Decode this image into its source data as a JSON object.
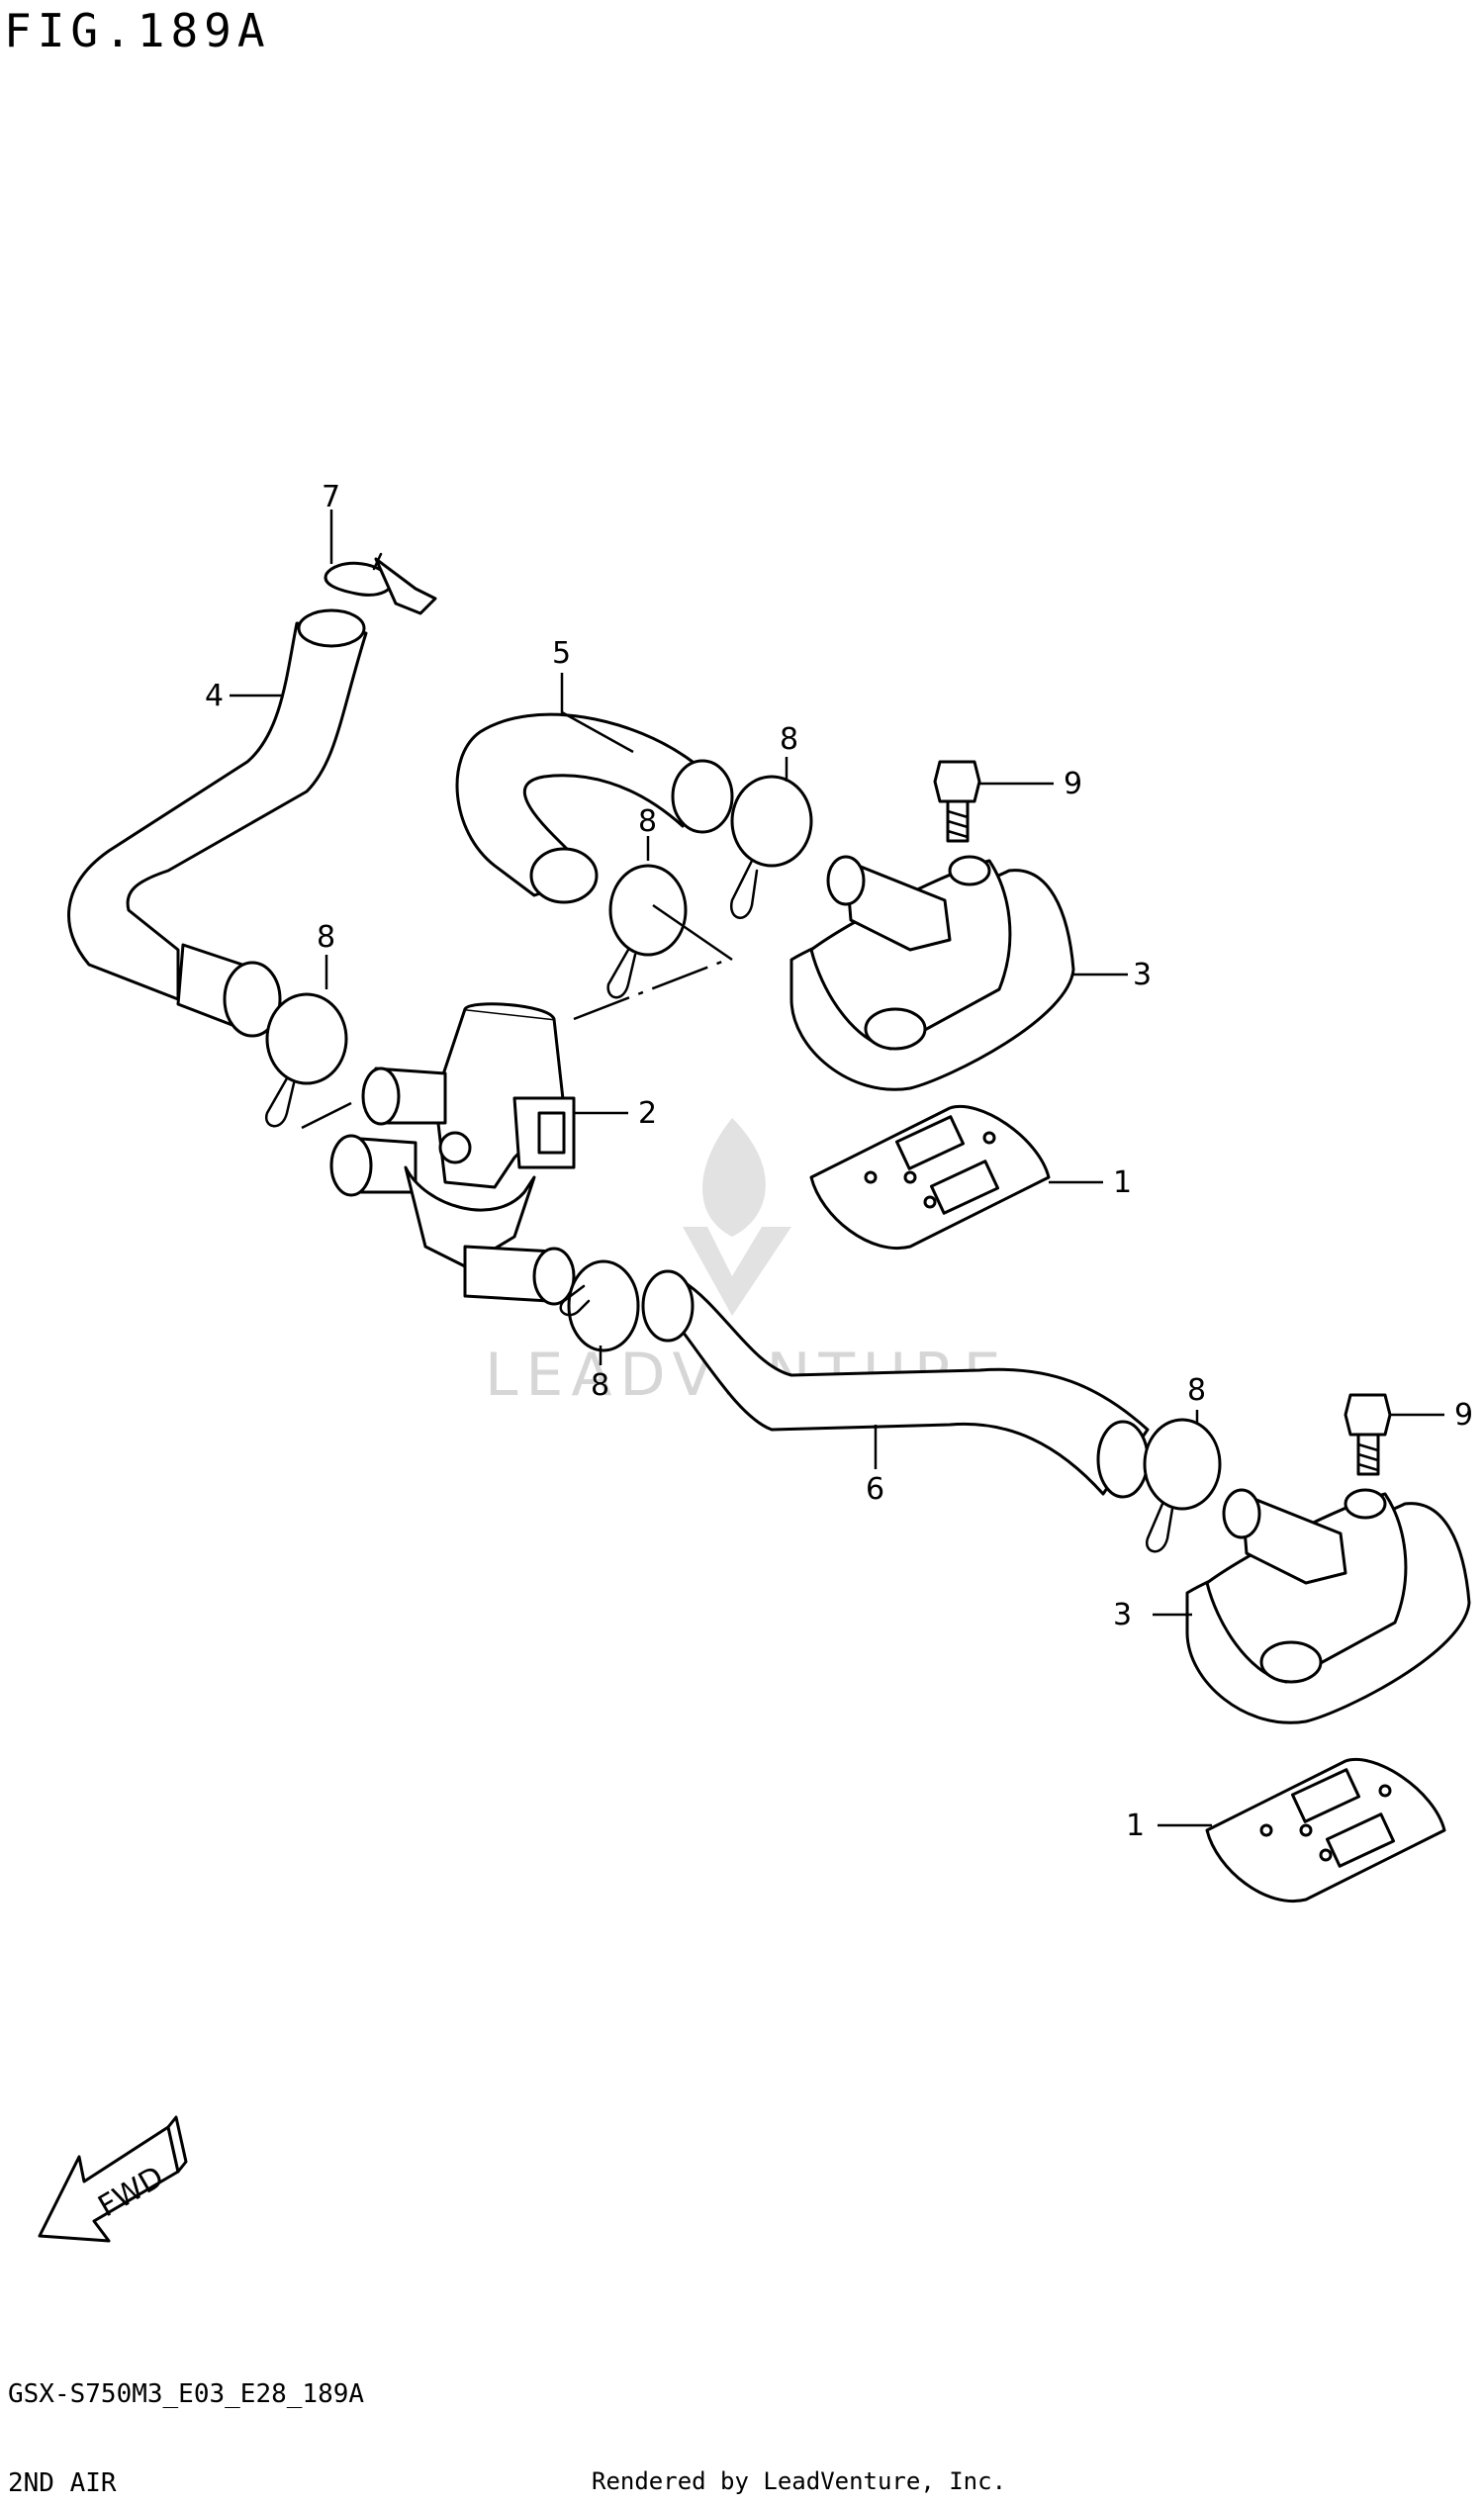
{
  "header": {
    "figure_label": "FIG.189A"
  },
  "footer": {
    "model_code": "GSX-S750M3_E03_E28_189A",
    "section_name": "2ND AIR",
    "credit": "Rendered by LeadVenture, Inc."
  },
  "watermark": {
    "text": "LEADVENTURE"
  },
  "callouts": {
    "c1a": "1",
    "c1b": "1",
    "c2": "2",
    "c3a": "3",
    "c3b": "3",
    "c4": "4",
    "c5": "5",
    "c6": "6",
    "c7": "7",
    "c8a": "8",
    "c8b": "8",
    "c8c": "8",
    "c8d": "8",
    "c8e": "8",
    "c9a": "9",
    "c9b": "9"
  },
  "fwd_badge": "FWD"
}
